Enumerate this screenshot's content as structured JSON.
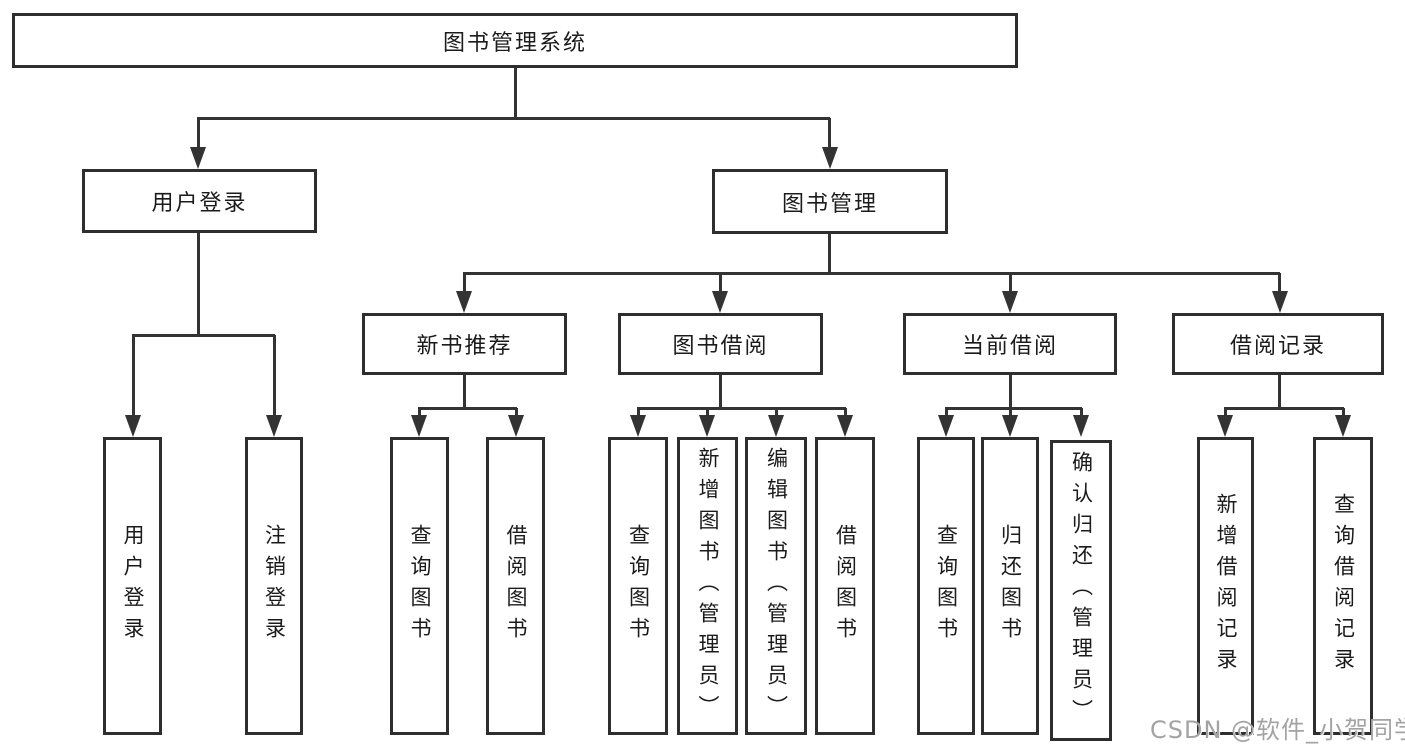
{
  "diagram_type": "hierarchy-tree",
  "colors": {
    "line": "#333333",
    "box_border": "#2e2e2e",
    "background": "#ffffff",
    "text": "#1b1b1b",
    "watermark": "#a3a3a3"
  },
  "nodes": {
    "root": {
      "label": "图书管理系统"
    },
    "user_login": {
      "label": "用户登录"
    },
    "book_mgmt": {
      "label": "图书管理"
    },
    "new_book_rec": {
      "label": "新书推荐"
    },
    "book_borrow": {
      "label": "图书借阅"
    },
    "current_borrow": {
      "label": "当前借阅"
    },
    "borrow_records": {
      "label": "借阅记录"
    },
    "ul_login": {
      "label": "用户登录"
    },
    "ul_logout": {
      "label": "注销登录"
    },
    "nb_query": {
      "label": "查询图书"
    },
    "nb_borrow": {
      "label": "借阅图书"
    },
    "bb_query": {
      "label": "查询图书"
    },
    "bb_add": {
      "label": "新增图书（管理员）"
    },
    "bb_edit": {
      "label": "编辑图书（管理员）"
    },
    "bb_borrow": {
      "label": "借阅图书"
    },
    "cb_query": {
      "label": "查询图书"
    },
    "cb_return": {
      "label": "归还图书"
    },
    "cb_confirm": {
      "label": "确认归还（管理员）"
    },
    "br_add": {
      "label": "新增借阅记录"
    },
    "br_query": {
      "label": "查询借阅记录"
    }
  },
  "structure": {
    "root": "图书管理系统",
    "children": [
      {
        "label": "用户登录",
        "children": [
          "用户登录",
          "注销登录"
        ]
      },
      {
        "label": "图书管理",
        "children": [
          {
            "label": "新书推荐",
            "children": [
              "查询图书",
              "借阅图书"
            ]
          },
          {
            "label": "图书借阅",
            "children": [
              "查询图书",
              "新增图书（管理员）",
              "编辑图书（管理员）",
              "借阅图书"
            ]
          },
          {
            "label": "当前借阅",
            "children": [
              "查询图书",
              "归还图书",
              "确认归还（管理员）"
            ]
          },
          {
            "label": "借阅记录",
            "children": [
              "新增借阅记录",
              "查询借阅记录"
            ]
          }
        ]
      }
    ]
  },
  "watermark": {
    "text": "CSDN @软件_小贺同学"
  }
}
